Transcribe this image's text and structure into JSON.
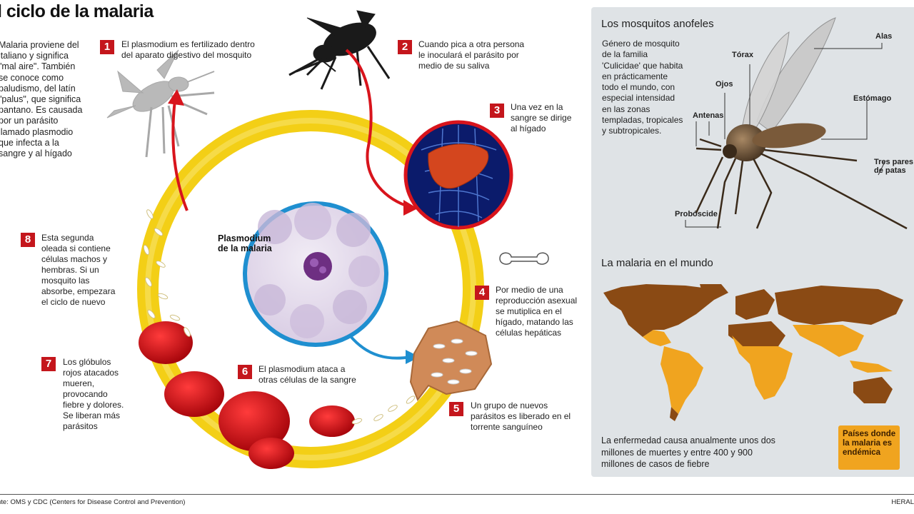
{
  "title": "l ciclo de la malaria",
  "intro": "Malaria proviene del italiano y significa \"mal aire\". También se conoce como paludismo, del latín \"palus\", que significa pantano. Es causada por un parásito llamado plasmodio que infecta a la sangre y al hígado",
  "steps": [
    {
      "num": "1",
      "text": "El plasmodium es fertilizado dentro del aparato digestivo del mosquito"
    },
    {
      "num": "2",
      "text": "Cuando pica a otra persona le inoculará el parásito por medio de su saliva"
    },
    {
      "num": "3",
      "text": "Una vez en la sangre se dirige al hígado"
    },
    {
      "num": "4",
      "text": "Por medio de una reproducción asexual se mutiplica en el hígado, matando las células hepáticas"
    },
    {
      "num": "5",
      "text": "Un grupo de nuevos parásitos es liberado en el torrente sanguíneo"
    },
    {
      "num": "6",
      "text": "El plasmodium ataca a otras células de la sangre"
    },
    {
      "num": "7",
      "text": "Los glóbulos rojos atacados mueren, provocando fiebre y dolores. Se liberan más parásitos"
    },
    {
      "num": "8",
      "text": "Esta segunda oleada si contiene células machos y hembras. Si un mosquito las absorbe, empezara el ciclo de nuevo"
    }
  ],
  "plasmodium_label_1": "Plasmodium",
  "plasmodium_label_2": "de la malaria",
  "mosquito_panel": {
    "heading": "Los mosquitos anofeles",
    "description": "Género de mosquito de la familia 'Culicidae' que habita en prácticamente todo el mundo, con especial intensidad en las zonas templadas, tropicales y subtropicales.",
    "parts": {
      "alas": "Alas",
      "torax": "Tórax",
      "ojos": "Ojos",
      "antenas": "Antenas",
      "estomago": "Estómago",
      "patas_1": "Tres pares",
      "patas_2": "de patas",
      "proboscide": "Probóscide"
    }
  },
  "map_panel": {
    "heading": "La malaria en el mundo",
    "text": "La enfermedad causa anualmente unos dos millones de muertes y entre 400 y 900 millones de casos de fiebre",
    "legend": "Países donde la malaria es endémica"
  },
  "source": "nte: OMS y CDC (Centers for Disease Control and Prevention)",
  "brand": "HERAL",
  "colors": {
    "cycle_ring": "#f5d11a",
    "step_badge": "#c4161c",
    "arrow_red": "#d8141c",
    "arrow_blue": "#1f8fd0",
    "endemic": "#f0a41f",
    "land": "#8a4a14",
    "panel_bg": "#dfe3e6"
  }
}
